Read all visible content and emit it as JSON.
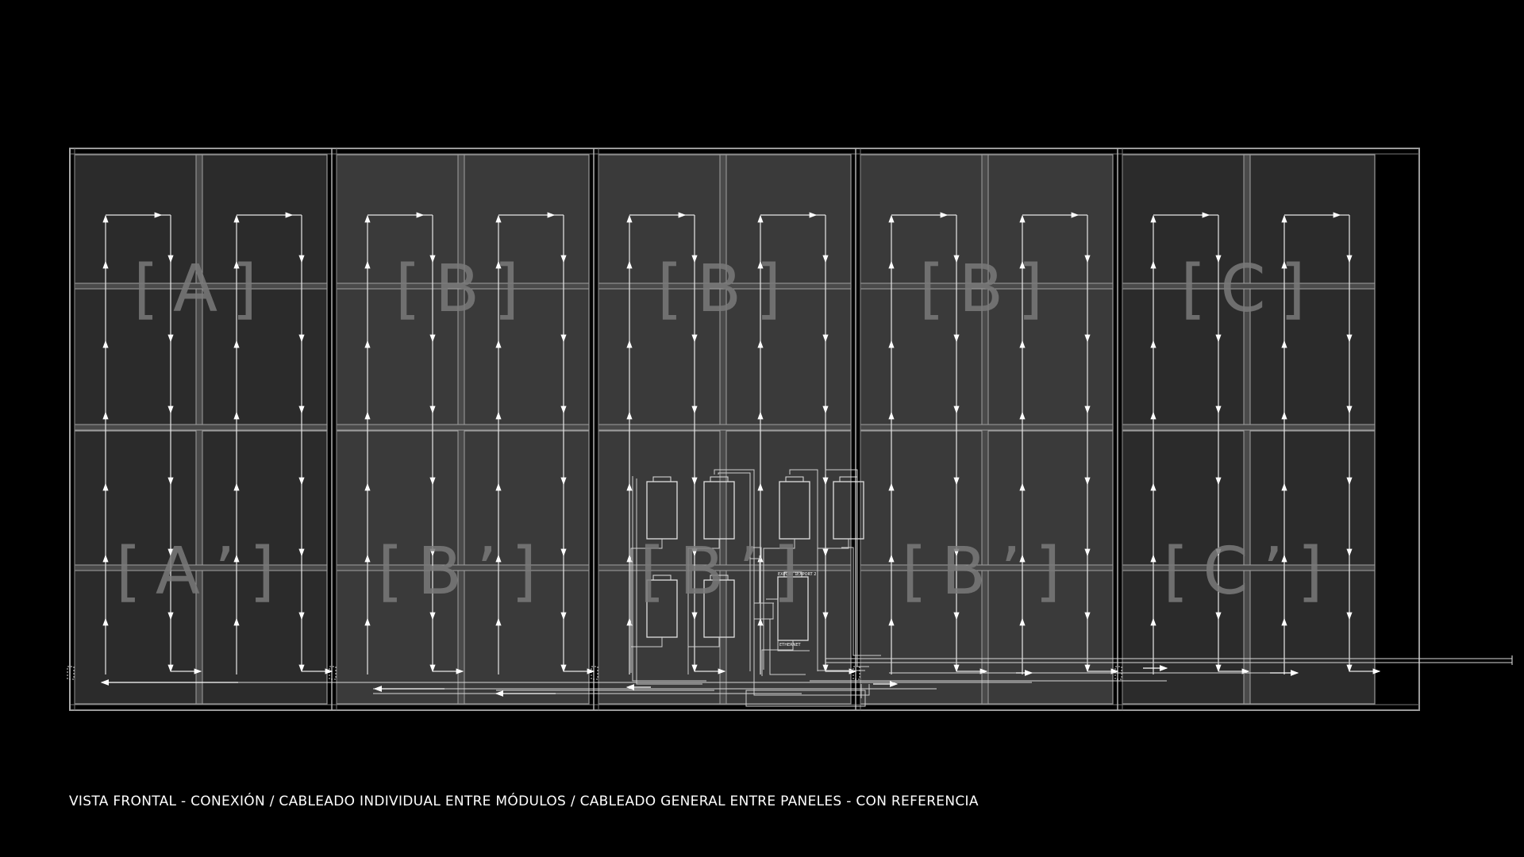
{
  "caption": "VISTA FRONTAL - CONEXIÓN / CABLEADO INDIVIDUAL ENTRE MÓDULOS / CABLEADO GENERAL ENTRE PANELES - CON REFERENCIA",
  "panels": [
    {
      "top_label": "[A]",
      "bottom_label": "[A’]"
    },
    {
      "top_label": "[B]",
      "bottom_label": "[B’]"
    },
    {
      "top_label": "[B]",
      "bottom_label": "[B’]"
    },
    {
      "top_label": "[B]",
      "bottom_label": "[B’]"
    },
    {
      "top_label": "[C]",
      "bottom_label": "[C’]"
    }
  ],
  "equipment_labels": {
    "port_1": "EXPORT 1",
    "port_2": "EXPORT 2",
    "ethernet": "ETHERNET"
  },
  "colors": {
    "background": "#000000",
    "panel_light": "#3a3a3a",
    "panel_dark": "#2b2b2b",
    "line": "#d8d8d8",
    "label": "#7a7a7a",
    "text": "#ffffff"
  }
}
